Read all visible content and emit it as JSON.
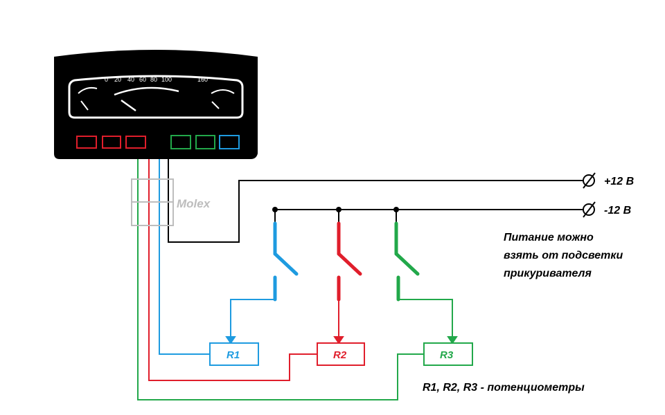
{
  "gauge": {
    "scale_labels": [
      "0",
      "20",
      "40",
      "60",
      "80",
      "100",
      "160"
    ]
  },
  "connector": {
    "label": "Molex"
  },
  "terminals": {
    "plus": "+12 В",
    "minus": "-12 В"
  },
  "note_power": {
    "lines": [
      "Питание можно",
      "взять от подсветки",
      "прикуривателя"
    ]
  },
  "resistors": {
    "r1": "R1",
    "r2": "R2",
    "r3": "R3"
  },
  "note_pots": "R1, R2, R3 - потенциометры",
  "colors": {
    "blue": "#1e9be0",
    "red": "#e01e2b",
    "green": "#22a84a",
    "black": "#000000",
    "molex_gray": "#bdbdbd"
  }
}
